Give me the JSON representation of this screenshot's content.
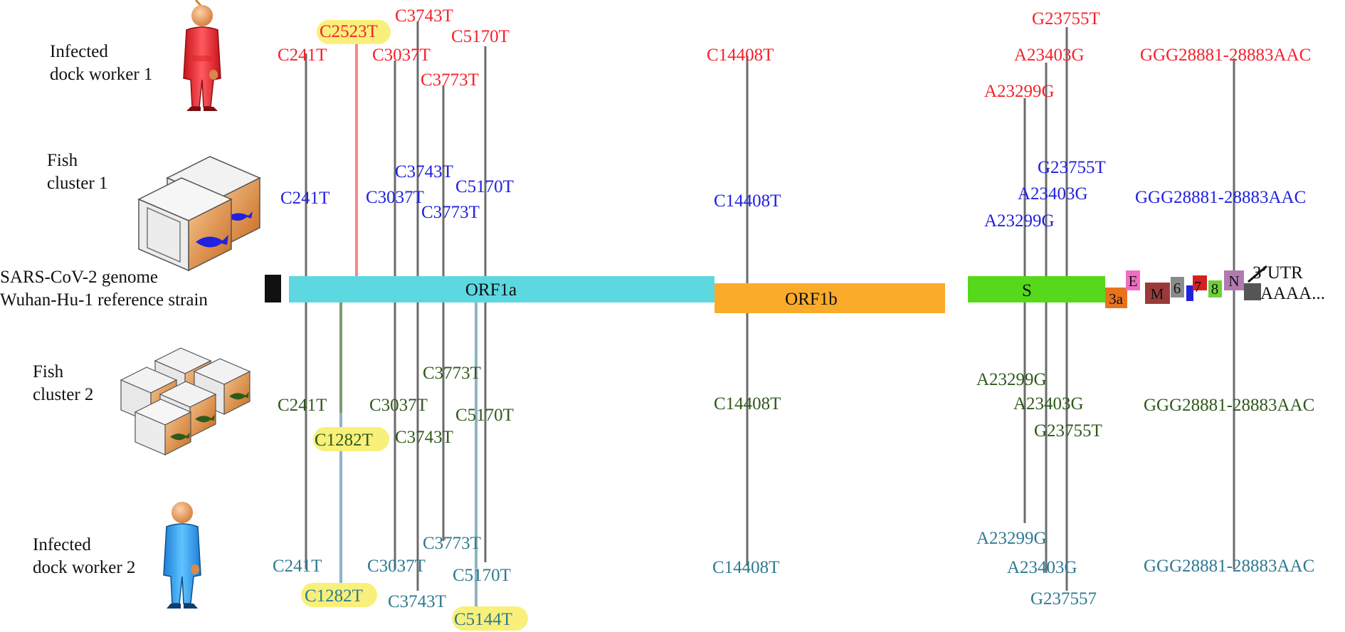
{
  "colors": {
    "worker1": "#f4222b",
    "fish1": "#2121e0",
    "fish2": "#2f5a1a",
    "worker2": "#2e7a91",
    "highlight": "#f8f07a",
    "vline": "#6b6b6b",
    "vline_pink": "#f4888a",
    "vline_olive": "#7f9a6f",
    "vline_teal": "#8db4c4"
  },
  "sources": [
    {
      "id": "worker1",
      "line1": "Infected",
      "line2": "dock worker 1",
      "icon": "person-red-icon"
    },
    {
      "id": "fish1",
      "line1": "Fish",
      "line2": "cluster 1",
      "icon": "crates-two-icon"
    },
    {
      "id": "reference",
      "line1": "SARS-CoV-2 genome",
      "line2": "Wuhan-Hu-1 reference strain",
      "icon": ""
    },
    {
      "id": "fish2",
      "line1": "Fish",
      "line2": "cluster 2",
      "icon": "crates-many-icon"
    },
    {
      "id": "worker2",
      "line1": "Infected",
      "line2": "dock worker 2",
      "icon": "person-blue-icon"
    }
  ],
  "genome": {
    "segments": [
      {
        "label": "ORF1a",
        "color": "#5dd8e0"
      },
      {
        "label": "ORF1b",
        "color": "#fbab2a"
      },
      {
        "label": "S",
        "color": "#55d91a"
      },
      {
        "label": "3a",
        "color": "#e8731e"
      },
      {
        "label": "E",
        "color": "#f06dc4"
      },
      {
        "label": "M",
        "color": "#9b3a3a"
      },
      {
        "label": "6",
        "color": "#8a8a8a"
      },
      {
        "label": "7",
        "color": "#2121e0"
      },
      {
        "label": "8",
        "color": "#6fd13a"
      },
      {
        "label": "N",
        "color": "#b07ab0"
      }
    ],
    "utr_line1": "3’UTR",
    "utr_line2": "AAAA..."
  },
  "mutations": {
    "worker1": [
      "C241T",
      "C2523T",
      "C3037T",
      "C3743T",
      "C3773T",
      "C5170T",
      "C14408T",
      "A23299G",
      "A23403G",
      "G23755T",
      "GGG28881-28883AAC"
    ],
    "fish1": [
      "C241T",
      "C3037T",
      "C3743T",
      "C3773T",
      "C5170T",
      "C14408T",
      "A23299G",
      "A23403G",
      "G23755T",
      "GGG28881-28883AAC"
    ],
    "fish2": [
      "C241T",
      "C1282T",
      "C3037T",
      "C3743T",
      "C3773T",
      "C5170T",
      "C14408T",
      "A23299G",
      "A23403G",
      "G23755T",
      "GGG28881-28883AAC"
    ],
    "worker2": [
      "C241T",
      "C1282T",
      "C3037T",
      "C3743T",
      "C3773T",
      "C5144T",
      "C5170T",
      "C14408T",
      "A23299G",
      "A23403G",
      "G237557",
      "GGG28881-28883AAC"
    ]
  }
}
